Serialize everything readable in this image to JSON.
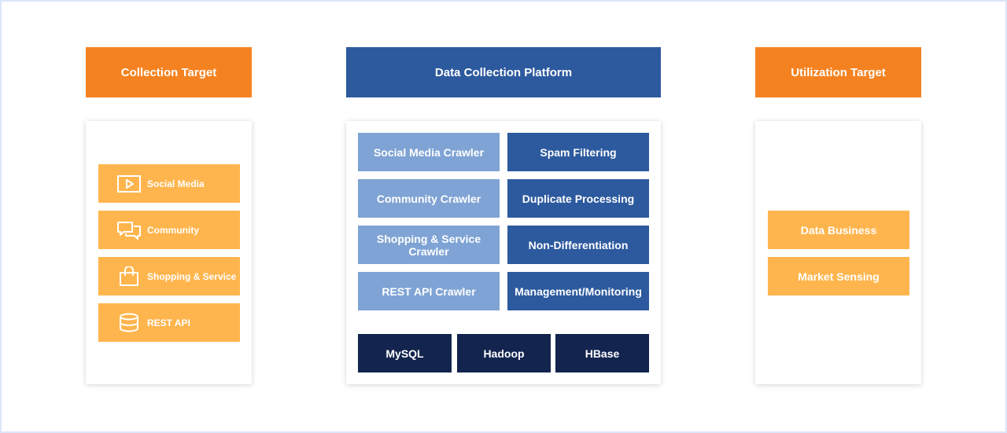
{
  "headers": {
    "collection": "Collection Target",
    "platform": "Data Collection Platform",
    "utilization": "Utilization Target"
  },
  "collection_items": [
    {
      "label": "Social Media",
      "icon": "play-screen-icon"
    },
    {
      "label": "Community",
      "icon": "chat-bubbles-icon"
    },
    {
      "label": "Shopping & Service",
      "icon": "shopping-bag-icon"
    },
    {
      "label": "REST API",
      "icon": "database-icon"
    }
  ],
  "crawlers": [
    "Social Media Crawler",
    "Community Crawler",
    "Shopping & Service Crawler",
    "REST API Crawler"
  ],
  "processing": [
    "Spam Filtering",
    "Duplicate Processing",
    "Non-Differentiation",
    "Management/Monitoring"
  ],
  "storage": [
    "MySQL",
    "Hadoop",
    "HBase"
  ],
  "utilization_items": [
    "Data Business",
    "Market Sensing"
  ],
  "colors": {
    "orange": "#f58220",
    "yellow": "#ffb54d",
    "light_blue": "#7fa3d4",
    "blue": "#2d5a9e",
    "navy": "#13244f"
  }
}
